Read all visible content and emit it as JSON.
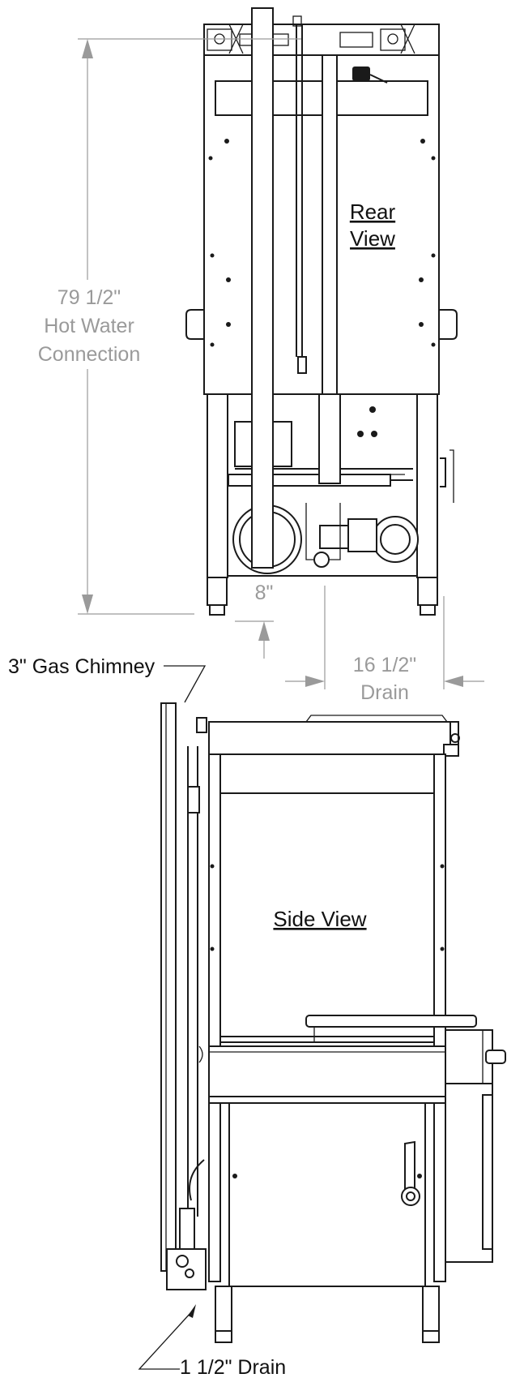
{
  "rear_view": {
    "title_line1": "Rear",
    "title_line2": "View"
  },
  "side_view": {
    "title": "Side View"
  },
  "dimensions": {
    "hot_water": {
      "value": "79 1/2\"",
      "line2": "Hot Water",
      "line3": "Connection"
    },
    "eight": {
      "value": "8\""
    },
    "drain_16": {
      "value": "16 1/2\"",
      "line2": "Drain"
    }
  },
  "callouts": {
    "gas_chimney": "3\" Gas Chimney",
    "drain": "1 1/2\" Drain"
  },
  "colors": {
    "line": "#1a1a1a",
    "dimension": "#9a9a9a",
    "background": "#ffffff"
  }
}
